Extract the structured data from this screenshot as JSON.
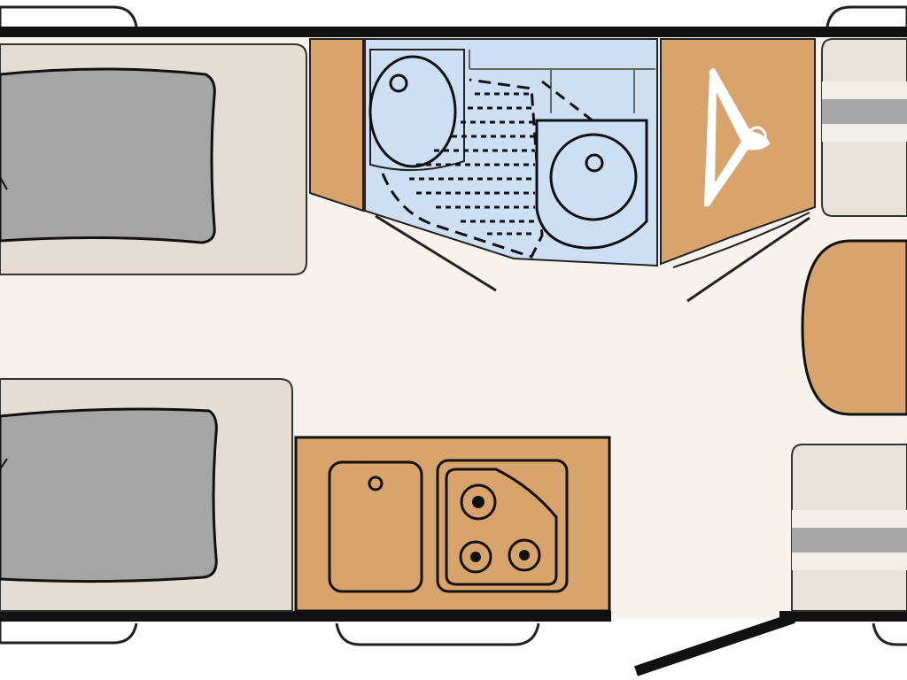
{
  "plan": {
    "colors": {
      "floor": "#f7f2ec",
      "bed_base": "#e3ddd3",
      "mattress": "#a5a5a5",
      "cabinet": "#d8a46c",
      "bathroom": "#cddff2",
      "outline": "#111111",
      "seat_base": "#e7e2da",
      "seat_stripe": "#a8a8a8",
      "hanger": "#ffffff"
    },
    "rooms": [
      "bedroom",
      "bathroom",
      "wardrobe",
      "kitchen",
      "dinette"
    ],
    "icons": [
      "bed-icon",
      "shower-icon",
      "toilet-icon",
      "washbasin-icon",
      "hanger-icon",
      "sink-icon",
      "cooktop-icon",
      "table-icon",
      "door-icon"
    ]
  }
}
